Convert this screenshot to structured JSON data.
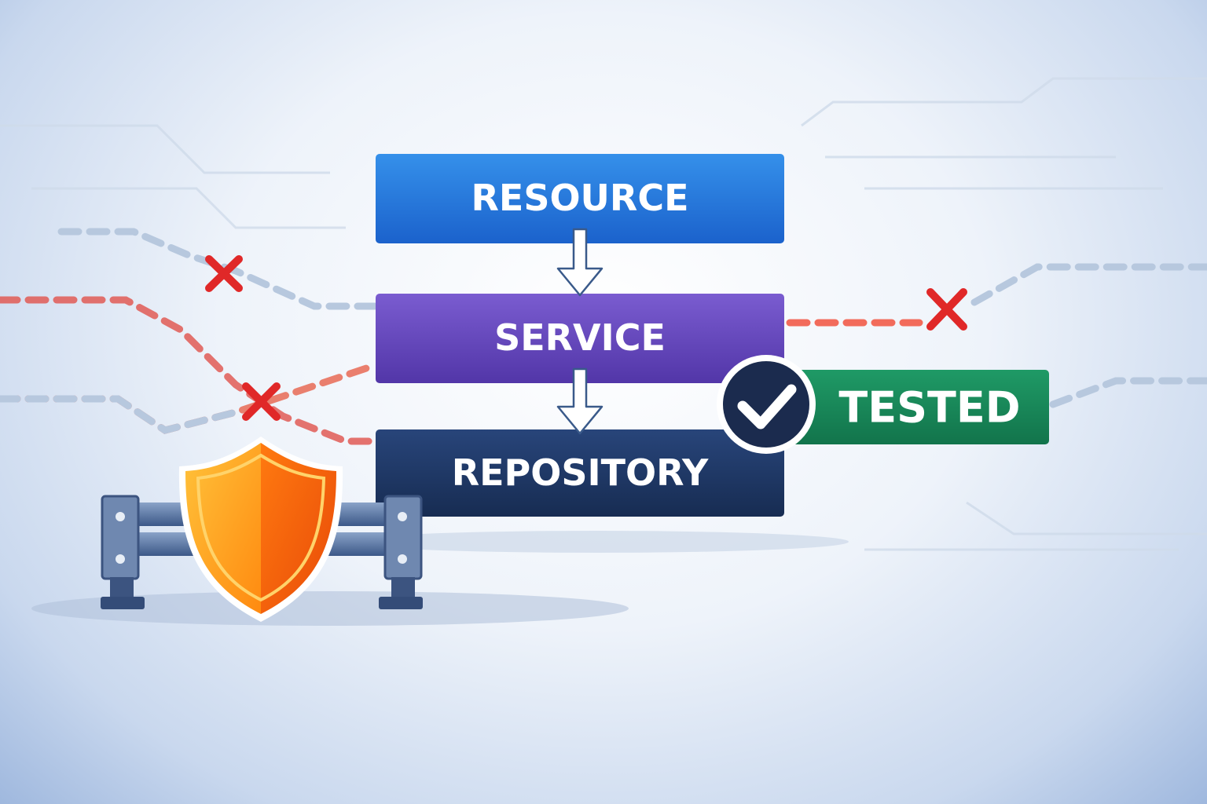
{
  "layers": [
    {
      "label": "RESOURCE",
      "color": "#2479dd"
    },
    {
      "label": "SERVICE",
      "color": "#6a4cbe"
    },
    {
      "label": "REPOSITORY",
      "color": "#1e3764"
    }
  ],
  "badge": {
    "label": "TESTED",
    "color": "#17865a",
    "icon": "check-icon"
  },
  "guard": {
    "icon": "shield-icon",
    "barrier": "guardrail-icon"
  },
  "blocked_marks": [
    "x-mark-icon",
    "x-mark-icon",
    "x-mark-icon"
  ]
}
